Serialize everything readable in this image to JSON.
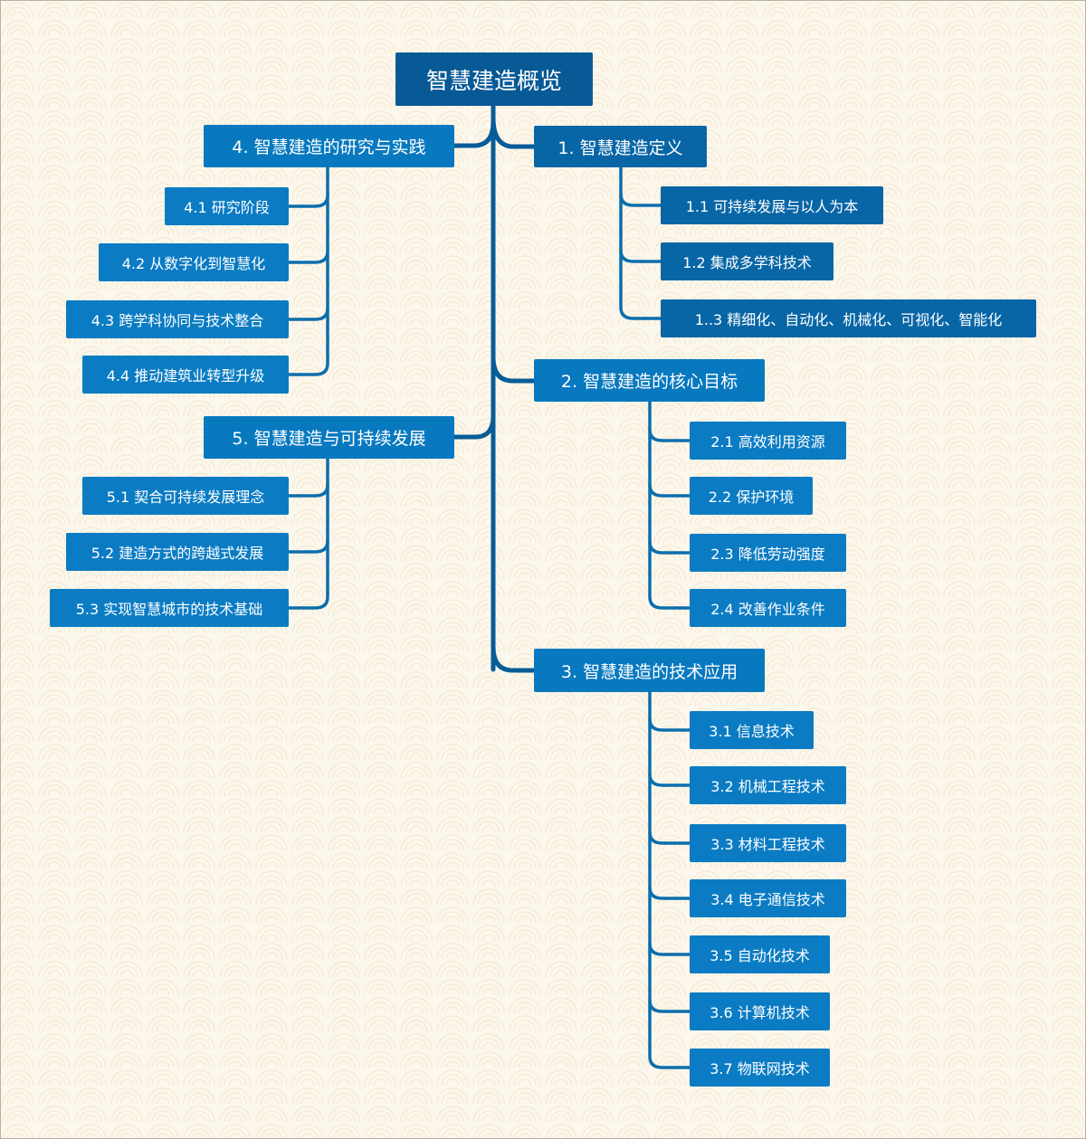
{
  "root": {
    "label": "智慧建造概览"
  },
  "branches": {
    "b1": {
      "label": "1. 智慧建造定义",
      "items": [
        "1.1 可持续发展与以人为本",
        "1.2 集成多学科技术",
        "1..3 精细化、自动化、机械化、可视化、智能化"
      ]
    },
    "b2": {
      "label": "2. 智慧建造的核心目标",
      "items": [
        "2.1 高效利用资源",
        "2.2 保护环境",
        "2.3 降低劳动强度",
        "2.4 改善作业条件"
      ]
    },
    "b3": {
      "label": "3. 智慧建造的技术应用",
      "items": [
        "3.1 信息技术",
        "3.2 机械工程技术",
        "3.3 材料工程技术",
        "3.4 电子通信技术",
        "3.5 自动化技术",
        "3.6 计算机技术",
        "3.7 物联网技术"
      ]
    },
    "b4": {
      "label": "4. 智慧建造的研究与实践",
      "items": [
        "4.1 研究阶段",
        "4.2 从数字化到智慧化",
        "4.3 跨学科协同与技术整合",
        "4.4 推动建筑业转型升级"
      ]
    },
    "b5": {
      "label": "5. 智慧建造与可持续发展",
      "items": [
        "5.1 契合可持续发展理念",
        "5.2 建造方式的跨越式发展",
        "5.3 实现智慧城市的技术基础"
      ]
    }
  }
}
